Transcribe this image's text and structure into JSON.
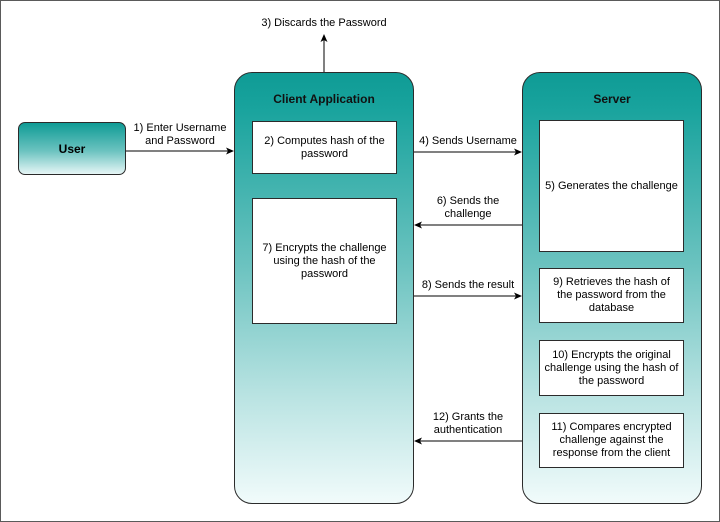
{
  "user": {
    "label": "User"
  },
  "client": {
    "title": "Client Application",
    "steps": {
      "compute_hash": "2) Computes hash of the password",
      "encrypt_challenge": "7) Encrypts the challenge using the hash of the password"
    }
  },
  "server": {
    "title": "Server",
    "steps": {
      "generate_challenge": "5) Generates the challenge",
      "retrieve_hash": "9) Retrieves the hash of the password from the database",
      "encrypt_original": "10) Encrypts the original challenge using the hash of the password",
      "compare": "11) Compares encrypted challenge against the response from the client"
    }
  },
  "arrows": {
    "discard": "3) Discards the Password",
    "enter": "1) Enter Username\nand Password",
    "send_username": "4) Sends Username",
    "send_challenge": "6) Sends the\nchallenge",
    "send_result": "8) Sends the result",
    "grant": "12) Grants the\nauthentication"
  }
}
